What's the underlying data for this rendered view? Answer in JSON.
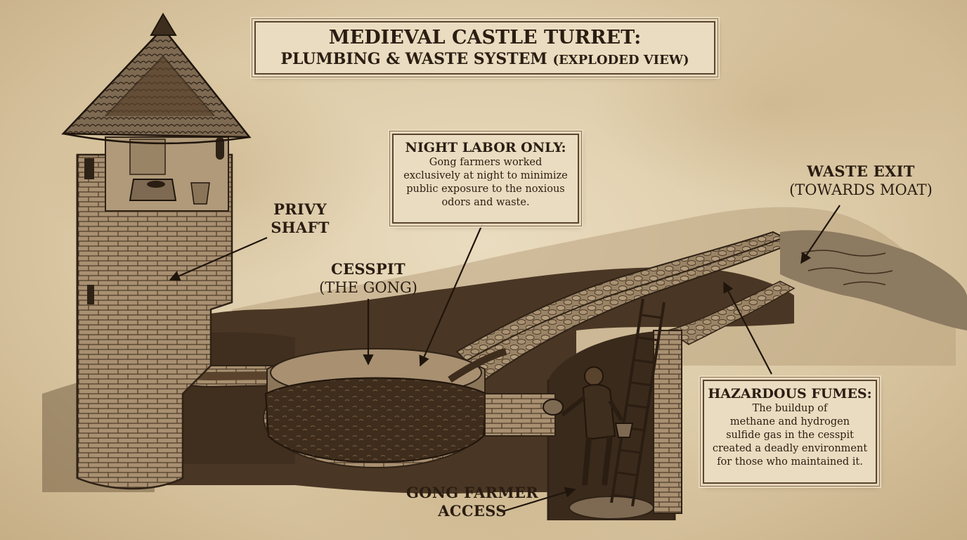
{
  "title": {
    "line1": "MEDIEVAL CASTLE TURRET:",
    "line2": "PLUMBING & WASTE SYSTEM",
    "line2_suffix": "(EXPLODED VIEW)"
  },
  "labels": {
    "privy_shaft": [
      "PRIVY",
      "SHAFT"
    ],
    "cesspit": [
      "CESSPIT",
      "(THE GONG)"
    ],
    "waste_exit": [
      "WASTE EXIT",
      "(TOWARDS MOAT)"
    ],
    "gong_farmer_access": [
      "GONG FARMER",
      "ACCESS"
    ]
  },
  "callouts": {
    "night_labor": {
      "heading": "NIGHT LABOR ONLY:",
      "lines": [
        "Gong farmers worked",
        "exclusively at night to minimize",
        "public exposure to the noxious",
        "odors and waste."
      ]
    },
    "hazardous_fumes": {
      "heading": "HAZARDOUS FUMES:",
      "lines": [
        "The buildup of",
        "methane and hydrogen",
        "sulfide gas in the cesspit",
        "created a deadly environment",
        "for those who maintained it."
      ]
    }
  },
  "colors": {
    "parchment": "#eadcc0",
    "ink": "#2a1d12",
    "stone": "#9b8567",
    "dark_earth": "#4a3624",
    "waste": "#3b2a1b"
  }
}
